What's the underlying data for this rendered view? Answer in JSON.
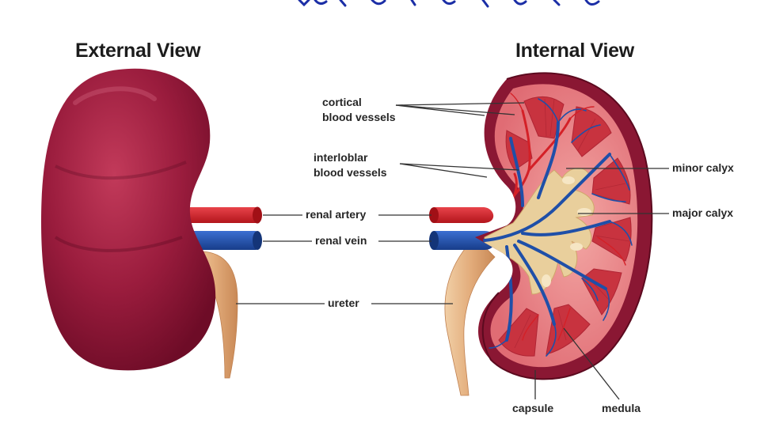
{
  "titles": {
    "external": "External View",
    "internal": "Internal View"
  },
  "labels": {
    "cortical": "cortical\nblood vessels",
    "interlobar": "interloblar\nblood vessels",
    "renal_artery": "renal artery",
    "renal_vein": "renal vein",
    "ureter": "ureter",
    "minor_calyx": "minor calyx",
    "major_calyx": "major calyx",
    "capsule": "capsule",
    "medula": "medula"
  },
  "colors": {
    "kidney_outer": "#8e1535",
    "kidney_highlight": "#c23a5a",
    "artery": "#d42027",
    "vein": "#1f4fa8",
    "ureter": "#e8b98a",
    "cortex": "#e77a80",
    "pyramid": "#c8333f",
    "calyx": "#e9cf9c",
    "leader_line": "#333333",
    "banner_text": "#1b2ea6"
  },
  "icons": [
    "external-kidney-illustration",
    "internal-kidney-cross-section"
  ]
}
